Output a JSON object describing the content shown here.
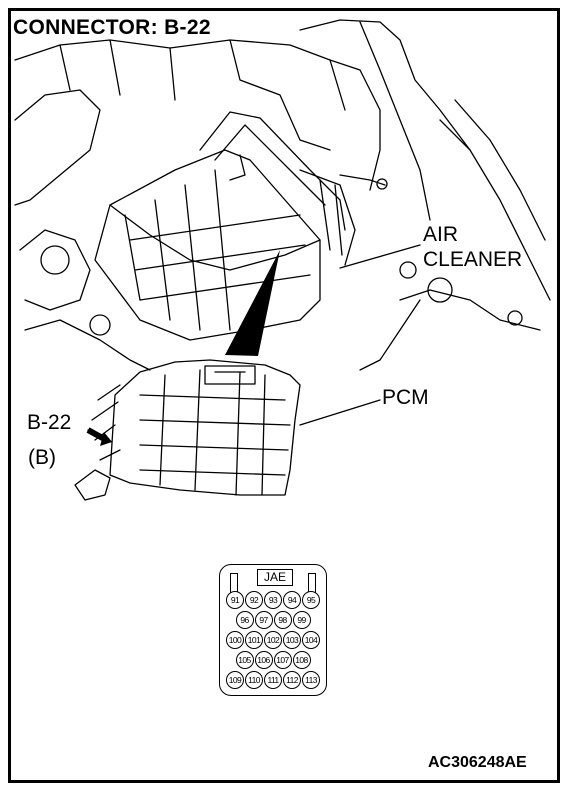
{
  "title": "CONNECTOR: B-22",
  "labels": {
    "air_cleaner_line1": "AIR",
    "air_cleaner_line2": "CLEANER",
    "pcm": "PCM",
    "connector_id": "B-22",
    "connector_sub": "(B)"
  },
  "connector": {
    "maker": "JAE",
    "rows": [
      [
        "91",
        "92",
        "93",
        "94",
        "95"
      ],
      [
        "96",
        "97",
        "98",
        "99"
      ],
      [
        "100",
        "101",
        "102",
        "103",
        "104"
      ],
      [
        "105",
        "106",
        "107",
        "108"
      ],
      [
        "109",
        "110",
        "111",
        "112",
        "113"
      ]
    ]
  },
  "reference_code": "AC306248AE"
}
